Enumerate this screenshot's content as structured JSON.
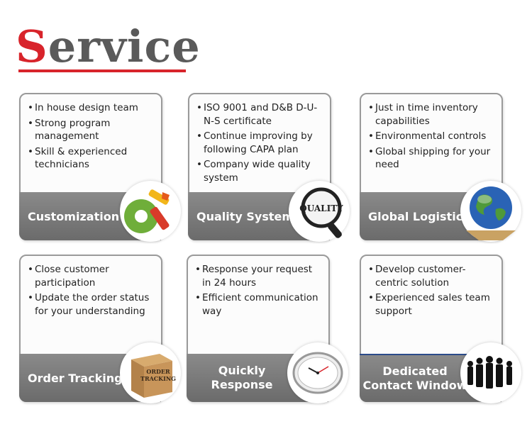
{
  "header": {
    "title_first": "S",
    "title_rest": "ervice"
  },
  "cards": [
    {
      "label": "Customization",
      "items": [
        "In house design team",
        "Strong program management",
        "Skill & experienced technicians"
      ],
      "icon": "tools-icon"
    },
    {
      "label": "Quality System",
      "items": [
        "ISO 9001 and D&B D-U-N-S certificate",
        "Continue improving by following CAPA plan",
        "Company  wide quality system"
      ],
      "icon": "magnifier-icon",
      "icon_text": "QUALITY"
    },
    {
      "label": "Global Logistic",
      "items": [
        "Just in time inventory capabilities",
        "Environmental controls",
        "Global shipping for your need"
      ],
      "icon": "globe-icon"
    },
    {
      "label_line1": "Order Tracking",
      "items": [
        "Close customer participation",
        "Update the order status for your understanding"
      ],
      "icon": "box-icon",
      "icon_text_1": "ORDER",
      "icon_text_2": "TRACKING"
    },
    {
      "label_line1": "Quickly",
      "label_line2": "Response",
      "items": [
        "Response your request in 24 hours",
        "Efficient communication way"
      ],
      "icon": "clock-icon"
    },
    {
      "label_line1": "Dedicated",
      "label_line2": "Contact Window",
      "items": [
        "Develop customer-centric solution",
        "Experienced  sales team support"
      ],
      "icon": "team-icon"
    }
  ],
  "colors": {
    "accent": "#d8242b",
    "bar": "#757575",
    "title_gray": "#5a5a5a"
  }
}
